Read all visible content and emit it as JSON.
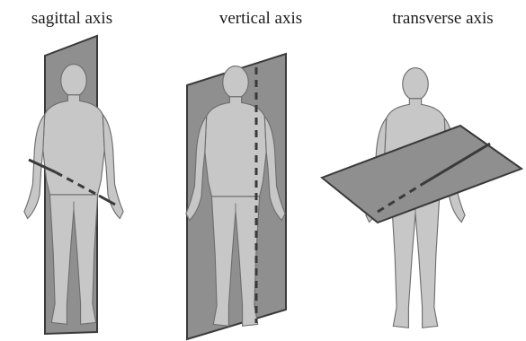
{
  "labels": {
    "sagittal": "sagittal axis",
    "vertical": "vertical axis",
    "transverse": "transverse axis"
  },
  "colors": {
    "plane": "#8f8f8f",
    "plane_edge": "#3a3a3a",
    "body": "#c7c7c7",
    "body_outline": "#6e6e6e",
    "axis": "#3a3a3a"
  }
}
